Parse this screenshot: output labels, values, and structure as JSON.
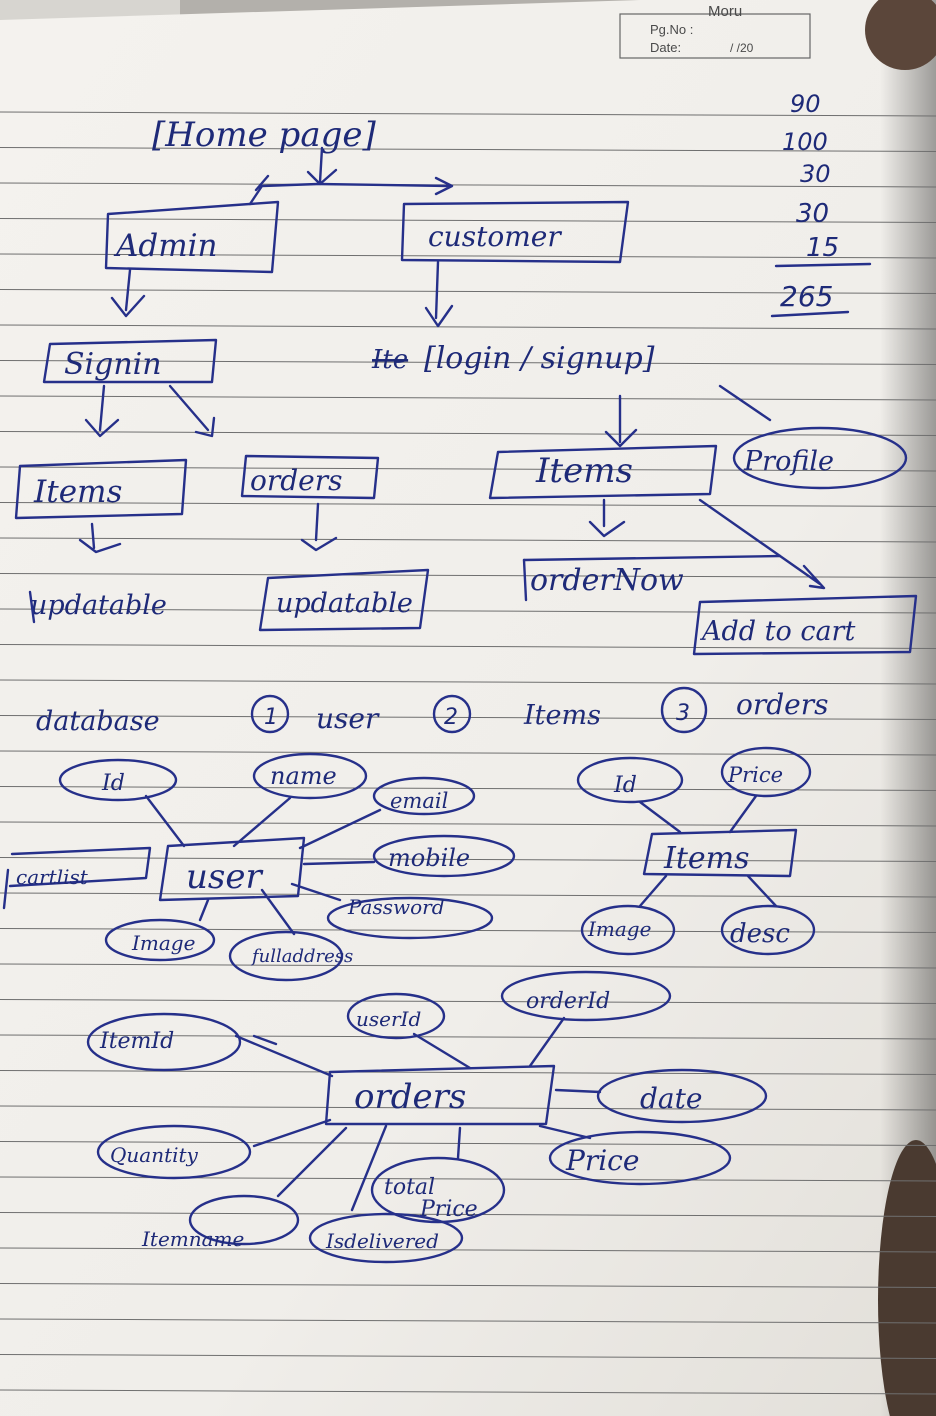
{
  "header": {
    "pgno_label": "Pg.No :",
    "date_label": "Date:",
    "date_value": "/ /20",
    "brand": "Moru"
  },
  "flow": {
    "home": "[Home page]",
    "admin": "Admin",
    "customer": "customer",
    "signin": "Signin",
    "login": "[login / signup]",
    "login_strike": "Ite",
    "admin_items": "Items",
    "admin_orders": "orders",
    "cust_items": "Items",
    "profile": "Profile",
    "update1": "updatable",
    "update2": "updatable",
    "ordernow": "orderNow",
    "addtocart": "Add to cart"
  },
  "sums": [
    "90",
    "100",
    "30",
    "30",
    "15",
    "265"
  ],
  "database": {
    "label": "database",
    "n1": "1",
    "t1": "user",
    "n2": "2",
    "t2": "Items",
    "n3": "3",
    "t3": "orders"
  },
  "user_entity": {
    "name": "user",
    "attrs": {
      "id": "Id",
      "name": "name",
      "email": "email",
      "mobile": "mobile",
      "password": "Password",
      "image": "Image",
      "fulladdress": "fulladdress",
      "cartlist": "cartlist"
    }
  },
  "items_entity": {
    "name": "Items",
    "attrs": {
      "id": "Id",
      "price": "Price",
      "image": "Image",
      "desc": "desc"
    }
  },
  "orders_entity": {
    "name": "orders",
    "attrs": {
      "itemid": "ItemId",
      "userid": "userId",
      "orderid": "orderId",
      "date": "date",
      "price": "Price",
      "quantity": "Quantity",
      "itemname": "Itemname",
      "totalprice_a": "total",
      "totalprice_b": "Price",
      "isdelivered": "Isdelivered"
    }
  }
}
